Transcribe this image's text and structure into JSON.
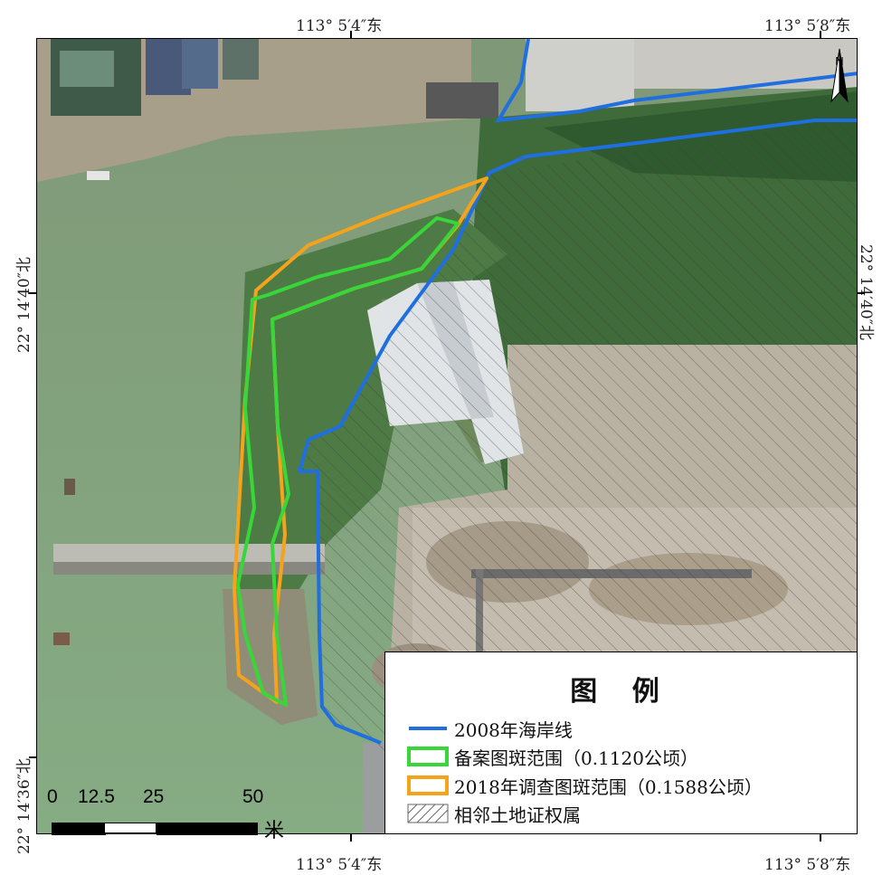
{
  "coordinates": {
    "top_left": "113° 5′4″东",
    "top_right": "113° 5′8″东",
    "bottom_left": "113° 5′4″东",
    "bottom_right": "113° 5′8″东",
    "left_upper": "22° 14′40″北",
    "left_lower": "22° 14′36″北",
    "right_upper": "22° 14′40″北"
  },
  "legend": {
    "title": "图 例",
    "items": [
      {
        "label": "2008年海岸线",
        "color": "#1f6fe0",
        "symbol": "line"
      },
      {
        "label": "备案图斑范围（0.1120公顷）",
        "color": "#39d63a",
        "symbol": "box"
      },
      {
        "label": "2018年调查图斑范围（0.1588公顷）",
        "color": "#f5a31a",
        "symbol": "box"
      },
      {
        "label": "相邻土地证权属",
        "color": "#555555",
        "symbol": "hatch"
      }
    ]
  },
  "scale_bar": {
    "labels": [
      "0",
      "12.5",
      "25",
      "50"
    ],
    "unit": "米"
  },
  "north_arrow": {
    "icon": "north-arrow-icon",
    "label": "N"
  }
}
